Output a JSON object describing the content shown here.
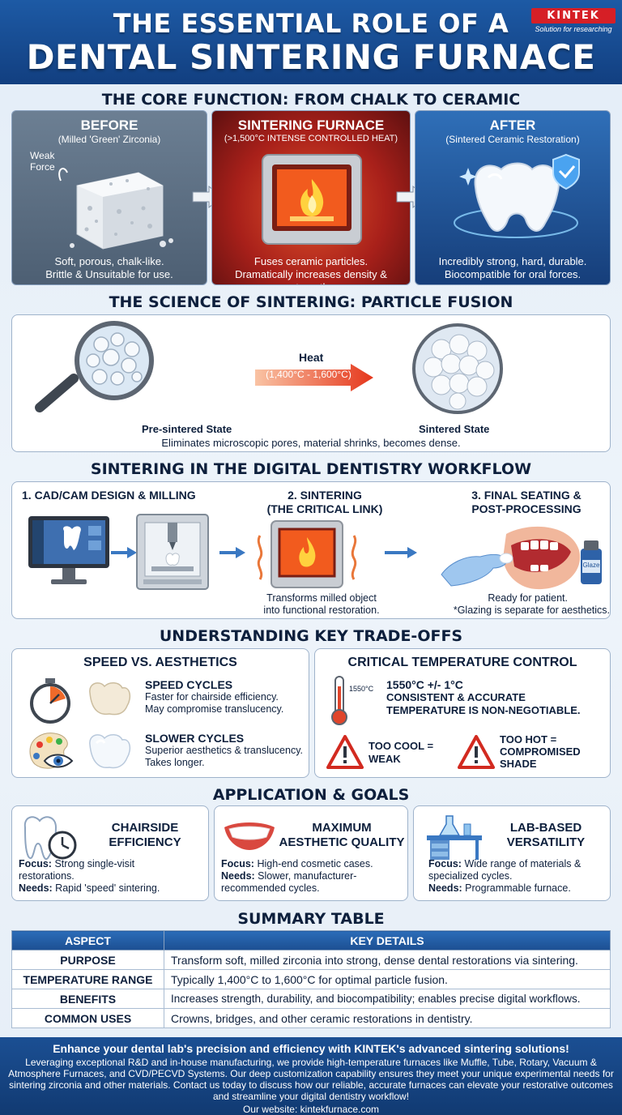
{
  "header": {
    "line1": "THE ESSENTIAL ROLE OF A",
    "line2": "DENTAL SINTERING FURNACE",
    "logo_text": "KINTEK",
    "logo_tagline": "Solution for researching"
  },
  "core": {
    "title": "THE CORE FUNCTION: FROM CHALK TO CERAMIC",
    "before": {
      "title": "BEFORE",
      "subtitle": "(Milled 'Green' Zirconia)",
      "force_label": "Weak Force",
      "desc1": "Soft, porous, chalk-like.",
      "desc2": "Brittle & Unsuitable for use."
    },
    "furnace": {
      "title": "SINTERING FURNACE",
      "subtitle": "(>1,500°C INTENSE CONTROLLED HEAT)",
      "desc1": "Fuses ceramic particles.",
      "desc2": "Dramatically increases density & strength."
    },
    "after": {
      "title": "AFTER",
      "subtitle": "(Sintered Ceramic Restoration)",
      "desc1": "Incredibly strong, hard, durable.",
      "desc2": "Biocompatible for oral forces."
    }
  },
  "science": {
    "title": "THE SCIENCE OF SINTERING: PARTICLE FUSION",
    "heat_label": "Heat",
    "heat_range": "(1,400°C - 1,600°C)",
    "pre_label": "Pre-sintered State",
    "post_label": "Sintered State",
    "caption": "Eliminates microscopic pores, material shrinks, becomes dense."
  },
  "workflow": {
    "title": "SINTERING IN THE DIGITAL DENTISTRY WORKFLOW",
    "step1": "1. CAD/CAM DESIGN & MILLING",
    "step2_l1": "2. SINTERING",
    "step2_l2": "(THE CRITICAL LINK)",
    "step2_desc1": "Transforms milled object",
    "step2_desc2": "into functional restoration.",
    "step3_l1": "3. FINAL SEATING &",
    "step3_l2": "POST-PROCESSING",
    "step3_desc1": "Ready for patient.",
    "step3_desc2": "*Glazing is separate for aesthetics.",
    "glaze_label": "Glaze"
  },
  "tradeoffs": {
    "title": "UNDERSTANDING KEY TRADE-OFFS",
    "speed": {
      "title": "SPEED VS. AESTHETICS",
      "fast_title": "SPEED CYCLES",
      "fast_d1": "Faster for chairside efficiency.",
      "fast_d2": "May compromise translucency.",
      "slow_title": "SLOWER CYCLES",
      "slow_d1": "Superior aesthetics & translucency.",
      "slow_d2": "Takes longer."
    },
    "temp": {
      "title": "CRITICAL TEMPERATURE CONTROL",
      "thermo_label": "1550°C",
      "value": "1550°C +/- 1°C",
      "note1": "CONSISTENT & ACCURATE",
      "note2": "TEMPERATURE IS NON-NEGOTIABLE.",
      "cool_l1": "TOO COOL =",
      "cool_l2": "WEAK",
      "hot_l1": "TOO HOT =",
      "hot_l2": "COMPROMISED",
      "hot_l3": "SHADE"
    }
  },
  "apps": {
    "title": "APPLICATION & GOALS",
    "focus_label": "Focus:",
    "needs_label": "Needs:",
    "chair": {
      "t1": "CHAIRSIDE",
      "t2": "EFFICIENCY",
      "focus": "Strong single-visit",
      "focus2": "restorations.",
      "needs": "Rapid 'speed' sintering."
    },
    "aes": {
      "t1": "MAXIMUM",
      "t2": "AESTHETIC QUALITY",
      "focus": "High-end cosmetic cases.",
      "needs": "Slower, manufacturer-",
      "needs2": "recommended cycles."
    },
    "lab": {
      "t1": "LAB-BASED",
      "t2": "VERSATILITY",
      "focus": "Wide range of materials &",
      "focus2": "specialized cycles.",
      "needs": "Programmable furnace."
    }
  },
  "summary": {
    "title": "SUMMARY TABLE",
    "headers": [
      "ASPECT",
      "KEY DETAILS"
    ],
    "rows": [
      [
        "PURPOSE",
        "Transform soft, milled zirconia into strong, dense dental restorations via sintering."
      ],
      [
        "TEMPERATURE RANGE",
        "Typically 1,400°C to 1,600°C for optimal particle fusion."
      ],
      [
        "BENEFITS",
        "Increases strength, durability, and biocompatibility; enables precise digital workflows."
      ],
      [
        "COMMON USES",
        "Crowns, bridges, and other ceramic restorations in dentistry."
      ]
    ]
  },
  "footer": {
    "headline": "Enhance your dental lab's precision and efficiency with KINTEK's advanced sintering solutions!",
    "body": "Leveraging exceptional R&D and in-house manufacturing, we provide high-temperature furnaces like Muffle, Tube, Rotary, Vacuum & Atmosphere Furnaces, and CVD/PECVD Systems. Our deep customization capability ensures they meet your unique experimental needs for sintering zirconia and other materials. Contact us today to discuss how our reliable, accurate furnaces can elevate your restorative outcomes and streamline your digital dentistry workflow!",
    "website": "Our website: kintekfurnace.com"
  },
  "colors": {
    "header_blue": "#1d5aa5",
    "furnace_red": "#a8201a",
    "accent_orange": "#f06a2a",
    "warning_red": "#d22a20",
    "brand_red": "#d61f26"
  }
}
